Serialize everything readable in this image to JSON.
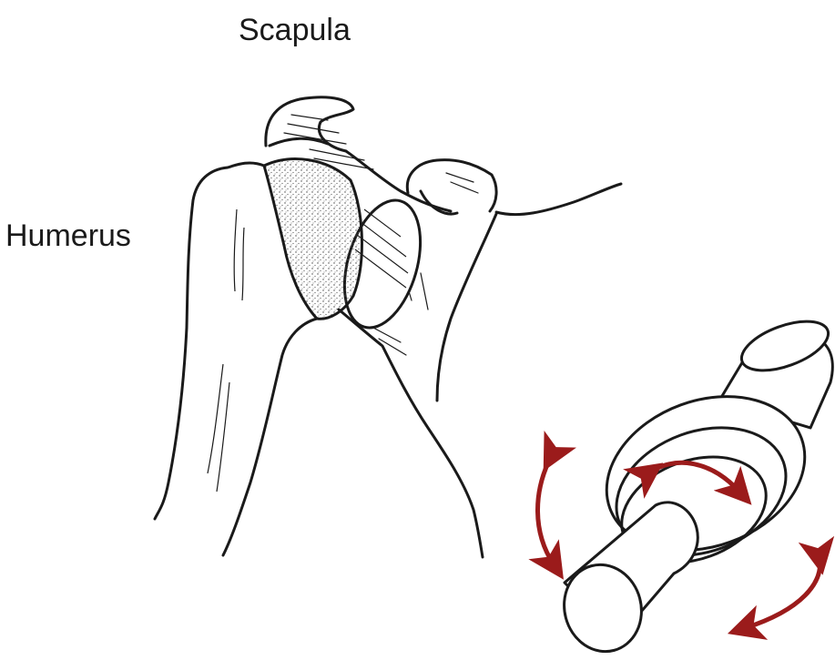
{
  "labels": {
    "scapula": "Scapula",
    "humerus": "Humerus"
  },
  "colors": {
    "ink": "#1a1a1a",
    "arrow": "#9b1b1b",
    "stipple": "#444444"
  },
  "icons": {
    "rotation_arrows": "curved-double-arrow"
  }
}
